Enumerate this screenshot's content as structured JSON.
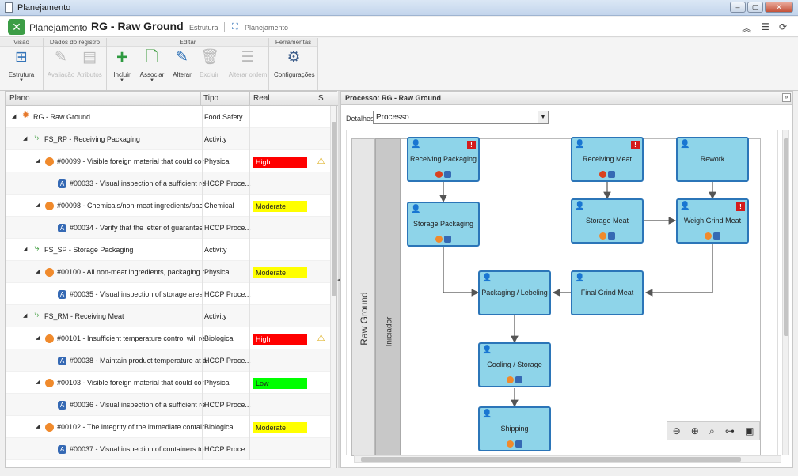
{
  "window": {
    "title": "Planejamento"
  },
  "header": {
    "app": "Planejamento",
    "title": "RG - Raw Ground",
    "tab_estrutura": "Estrutura",
    "tab_planejamento": "Planejamento"
  },
  "ribbon": {
    "groups": [
      "Visão",
      "Dados do registro",
      "Editar",
      "Ferramentas"
    ],
    "buttons": {
      "estrutura": "Estrutura",
      "avaliacao": "Avaliação",
      "atributos": "Atributos",
      "incluir": "Incluir",
      "associar": "Associar",
      "alterar": "Alterar",
      "excluir": "Excluir",
      "alterar_ordem": "Alterar ordem",
      "configuracoes": "Configurações"
    }
  },
  "grid": {
    "columns": [
      "Plano",
      "Tipo",
      "Real",
      "S"
    ],
    "rows": [
      {
        "level": 0,
        "icon": "root",
        "label": "RG - Raw Ground",
        "tipo": "Food Safety",
        "real": "",
        "status": ""
      },
      {
        "level": 1,
        "icon": "flow",
        "label": "FS_RP - Receiving Packaging",
        "tipo": "Activity",
        "real": "",
        "status": ""
      },
      {
        "level": 2,
        "icon": "haz",
        "label": "#00099 - Visible foreign material that could cor",
        "tipo": "Physical",
        "real": "High",
        "status": "warn"
      },
      {
        "level": 3,
        "icon": "ctl",
        "label": "#00033 - Visual inspection of a sufficient re",
        "tipo": "HCCP Proce...",
        "real": "",
        "status": ""
      },
      {
        "level": 2,
        "icon": "haz",
        "label": "#00098 - Chemicals/non-meat ingredients/pac",
        "tipo": "Chemical",
        "real": "Moderate",
        "status": ""
      },
      {
        "level": 3,
        "icon": "ctl",
        "label": "#00034 - Verify that the letter of guarantee",
        "tipo": "HCCP Proce...",
        "real": "",
        "status": ""
      },
      {
        "level": 1,
        "icon": "flow",
        "label": "FS_SP - Storage Packaging",
        "tipo": "Activity",
        "real": "",
        "status": ""
      },
      {
        "level": 2,
        "icon": "haz",
        "label": "#00100 - All non-meat ingredients, packaging r",
        "tipo": "Physical",
        "real": "Moderate",
        "status": ""
      },
      {
        "level": 3,
        "icon": "ctl",
        "label": "#00035 - Visual inspection of storage area",
        "tipo": "HCCP Proce...",
        "real": "",
        "status": ""
      },
      {
        "level": 1,
        "icon": "flow",
        "label": "FS_RM - Receiving Meat",
        "tipo": "Activity",
        "real": "",
        "status": ""
      },
      {
        "level": 2,
        "icon": "haz",
        "label": "#00101 - Insufficient temperature control will re",
        "tipo": "Biological",
        "real": "High",
        "status": "warn"
      },
      {
        "level": 3,
        "icon": "ctl",
        "label": "#00038 - Maintain product temperature at a",
        "tipo": "HCCP Proce...",
        "real": "",
        "status": ""
      },
      {
        "level": 2,
        "icon": "haz",
        "label": "#00103 - Visible foreign material that could cor",
        "tipo": "Physical",
        "real": "Low",
        "status": ""
      },
      {
        "level": 3,
        "icon": "ctl",
        "label": "#00036 - Visual inspection of a sufficient re",
        "tipo": "HCCP Proce...",
        "real": "",
        "status": ""
      },
      {
        "level": 2,
        "icon": "haz",
        "label": "#00102 - The integrity of the immediate contair",
        "tipo": "Biological",
        "real": "Moderate",
        "status": ""
      },
      {
        "level": 3,
        "icon": "ctl",
        "label": "#00037 - Visual inspection of containers to",
        "tipo": "HCCP Proce...",
        "real": "",
        "status": ""
      }
    ],
    "real_colors": {
      "High": "#ff0000",
      "Moderate": "#ffff00",
      "Low": "#00ff00"
    }
  },
  "process_panel": {
    "title": "Processo: RG - Raw Ground",
    "details_label": "Detalhes",
    "details_value": "Processo",
    "pool": "Raw Ground",
    "lane": "Iniciador",
    "tasks": {
      "receiving_packaging": "Receiving Packaging",
      "receiving_meat": "Receiving Meat",
      "rework": "Rework",
      "storage_packaging": "Storage Packaging",
      "storage_meat": "Storage Meat",
      "weigh_grind_meat": "Weigh Grind Meat",
      "packaging_labeling": "Packaging / Lebeling",
      "final_grind_meat": "Final Grind Meat",
      "cooling_storage": "Cooling / Storage",
      "shipping": "Shipping"
    }
  }
}
